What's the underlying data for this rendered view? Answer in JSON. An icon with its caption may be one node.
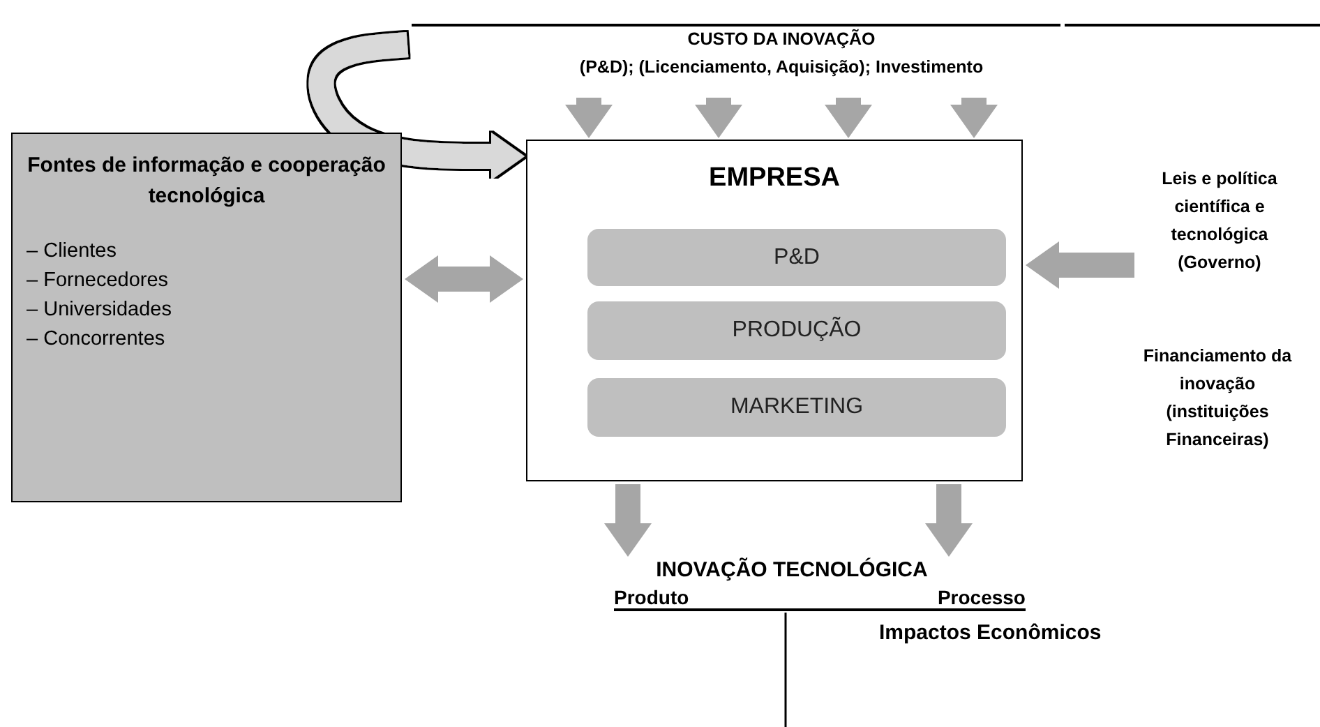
{
  "diagram": {
    "nodes": [
      {
        "text": [
          "Fontes de informação e cooperação tecnológica",
          "– Clientes",
          "– Fornecedores",
          "– Universidades",
          "– Concorrentes"
        ]
      },
      {
        "text": [
          "CUSTO DA INOVAÇÃO",
          "(P&D); (Licenciamento, Aquisição); Investimento"
        ]
      },
      {
        "text": [
          "EMPRESA"
        ]
      },
      {
        "text": [
          "P&D"
        ],
        "in": 2
      },
      {
        "text": [
          "PRODUÇÃO"
        ],
        "in": 2
      },
      {
        "text": [
          "MARKETING"
        ],
        "in": 2
      },
      {
        "text": [
          "Leis e política científica e tecnológica (Governo)"
        ]
      },
      {
        "text": [
          "Financiamento da inovação (instituições Financeiras)"
        ]
      },
      {
        "text": [
          "INOVAÇÃO TECNOLÓGICA",
          "Produto",
          "Processo"
        ]
      }
    ],
    "edges": [
      {
        "from": null,
        "to": 2,
        "arrow": "to",
        "color": "#d9d9d9"
      },
      {
        "from": 1,
        "to": 2,
        "arrow": "to"
      },
      {
        "from": 1,
        "to": 2,
        "arrow": "to"
      },
      {
        "from": 1,
        "to": 2,
        "arrow": "to"
      },
      {
        "from": 1,
        "to": 2,
        "arrow": "to"
      },
      {
        "from": 0,
        "to": 2,
        "arrow": "both"
      },
      {
        "from": 6,
        "to": 2,
        "arrow": "to"
      },
      {
        "from": 2,
        "to": 8,
        "arrow": "to"
      },
      {
        "from": 2,
        "to": 8,
        "arrow": "to"
      }
    ],
    "labels": [
      "Impactos Econômicos"
    ]
  }
}
